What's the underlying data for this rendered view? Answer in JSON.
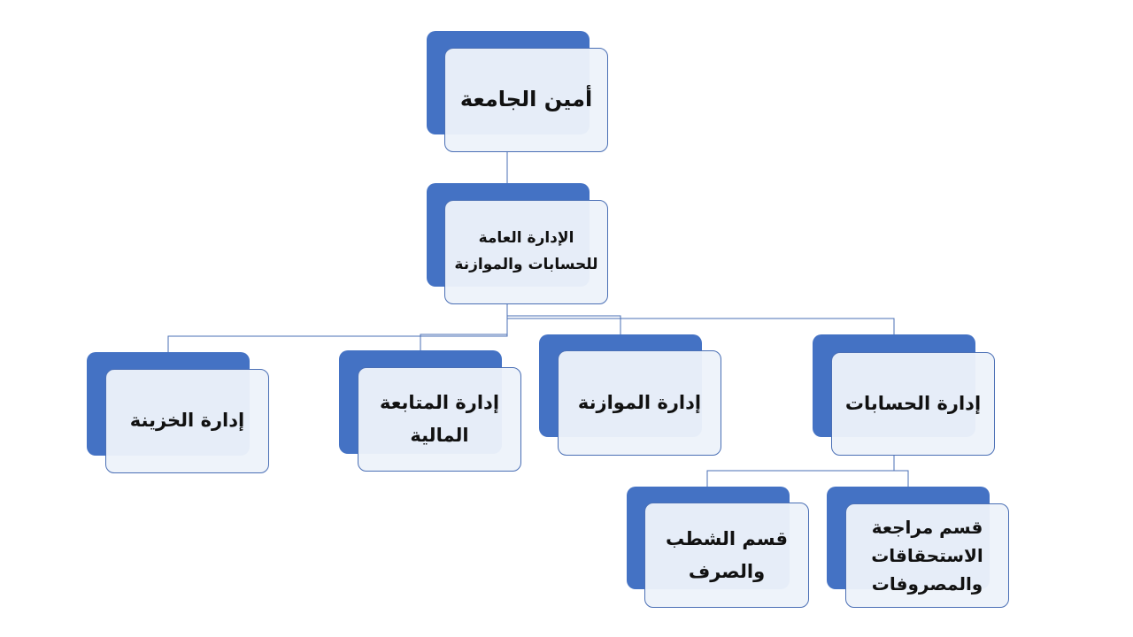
{
  "colors": {
    "box_shadow": "#4472c4",
    "box_fill": "#edf2fa",
    "box_border": "#4a6fb5",
    "connector": "#4a6fb5",
    "text": "#111111"
  },
  "nodes": {
    "university_secretary": "أمين الجامعة",
    "general_administration": "الإدارة العامة للحسابات والموازنة",
    "treasury_administration": "إدارة الخزينة",
    "financial_followup_administration": "إدارة المتابعة المالية",
    "budget_administration": "إدارة الموازنة",
    "accounts_administration": "إدارة الحسابات",
    "write_off_section": "قسم الشطب والصرف",
    "entitlements_review_section": "قسم مراجعة الاستحقاقات والمصروفات"
  }
}
